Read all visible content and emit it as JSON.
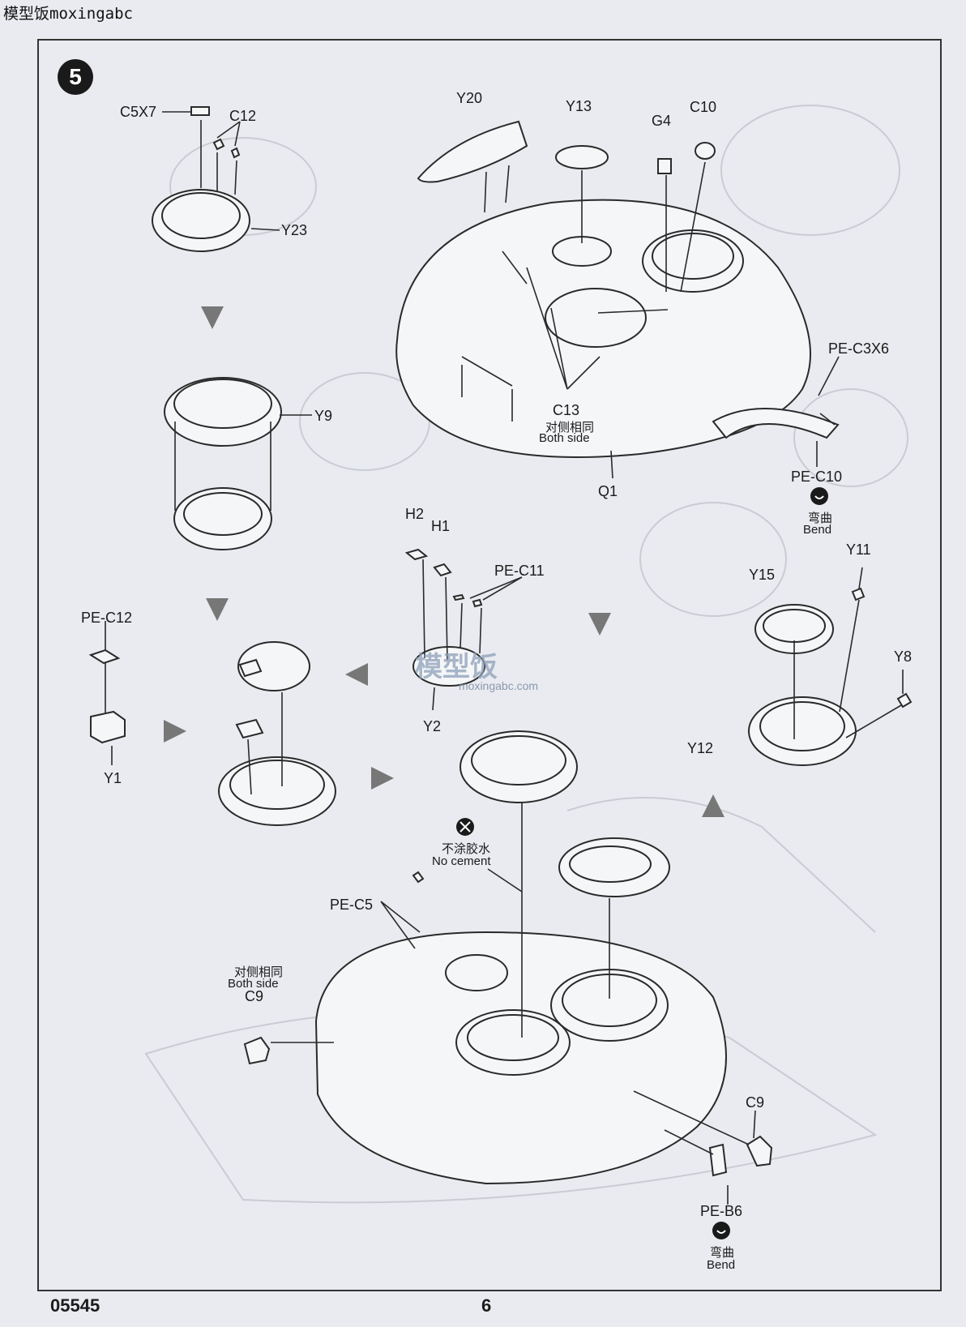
{
  "watermark_top": "模型饭moxingabc",
  "step_number": "5",
  "labels": {
    "c5x7": "C5X7",
    "c12": "C12",
    "y23": "Y23",
    "y9": "Y9",
    "y20": "Y20",
    "y13": "Y13",
    "g4": "G4",
    "c10": "C10",
    "pe_c3x6": "PE-C3X6",
    "c13": "C13",
    "both_side_cn_1": "对侧相同",
    "both_side_1": "Both side",
    "q1": "Q1",
    "pe_c10": "PE-C10",
    "bend_cn_1": "弯曲",
    "bend_1": "Bend",
    "h2": "H2",
    "h1": "H1",
    "pe_c11": "PE-C11",
    "y11": "Y11",
    "y15": "Y15",
    "y8": "Y8",
    "pe_c12": "PE-C12",
    "y2": "Y2",
    "y1": "Y1",
    "y12": "Y12",
    "no_cement_cn": "不涂胶水",
    "no_cement": "No cement",
    "pe_c5": "PE-C5",
    "both_side_cn_2": "对侧相同",
    "both_side_2": "Both side",
    "c9_left": "C9",
    "c9_right": "C9",
    "pe_b6": "PE-B6",
    "bend_cn_2": "弯曲",
    "bend_2": "Bend"
  },
  "center_watermark": {
    "logo": "模型饭",
    "url": "moxingabc.com"
  },
  "footer": {
    "code": "05545",
    "page": "6"
  }
}
